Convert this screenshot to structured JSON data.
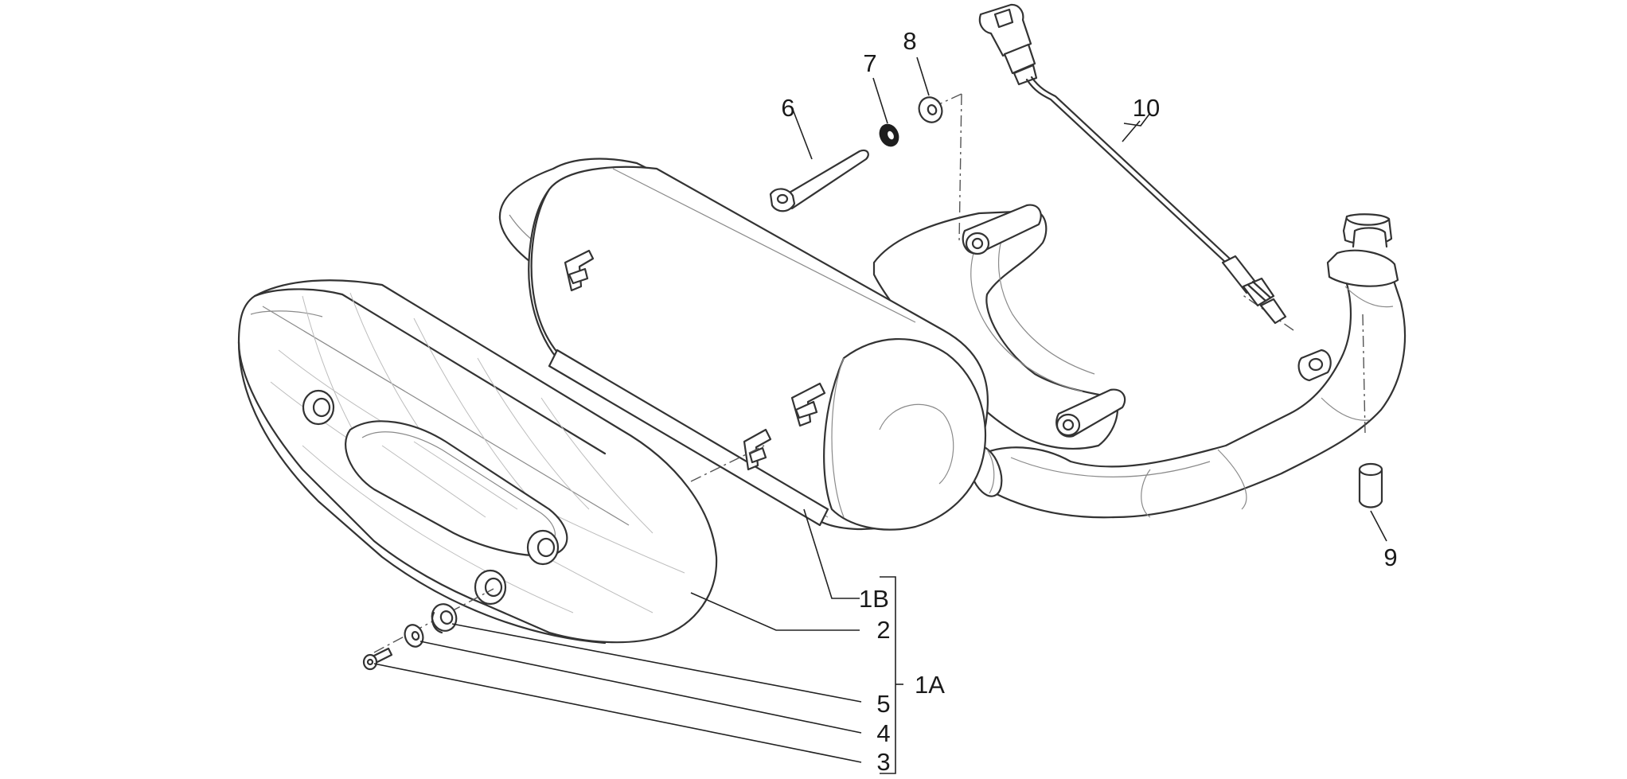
{
  "callouts": {
    "c1A": "1A",
    "c1B": "1B",
    "c2": "2",
    "c3": "3",
    "c4": "4",
    "c5": "5",
    "c6": "6",
    "c7": "7",
    "c8": "8",
    "c9": "9",
    "c10": "10"
  }
}
